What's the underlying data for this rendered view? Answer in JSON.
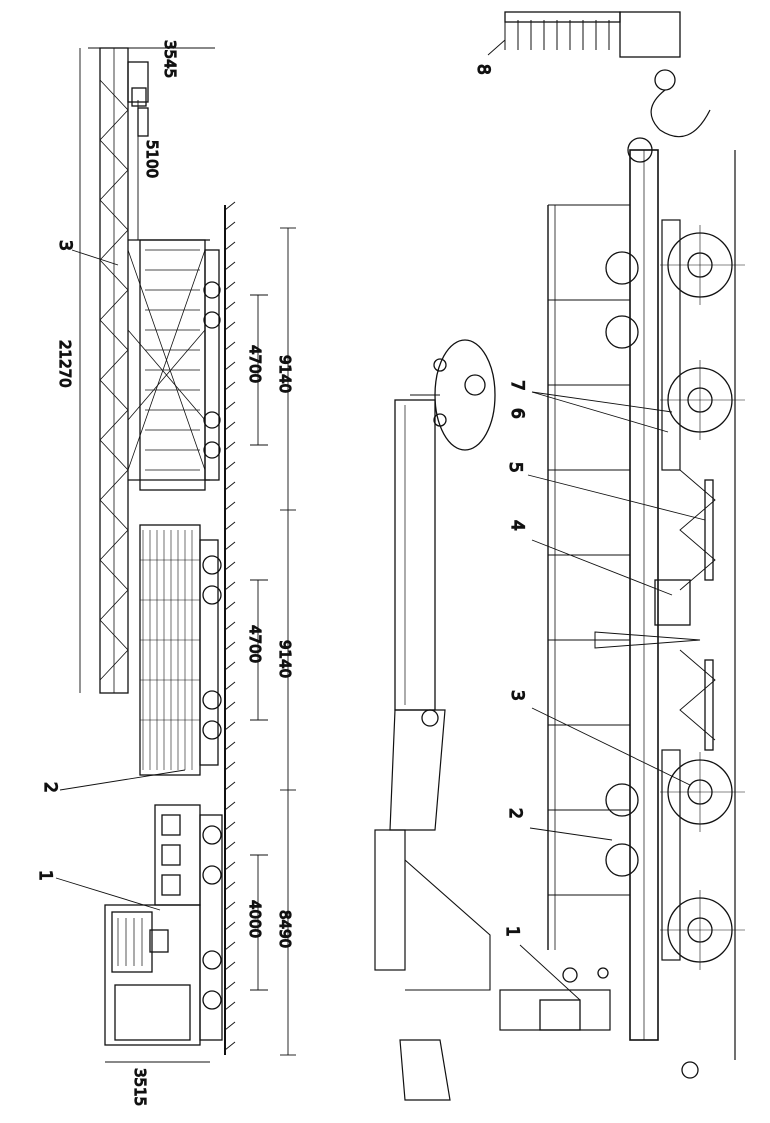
{
  "left_view": {
    "dimensions": {
      "overall_top_width": "3545",
      "spacing_top": "5100",
      "total_length": "21270",
      "wagon_base_1": "4700",
      "wagon_length_1": "9140",
      "wagon_base_2": "4700",
      "wagon_length_2": "9140",
      "loco_base": "4000",
      "loco_length": "8490",
      "overall_bottom_width": "3515"
    },
    "callouts": [
      "1",
      "2",
      "3"
    ]
  },
  "right_view": {
    "callouts": [
      "1",
      "2",
      "3",
      "4",
      "5",
      "6",
      "7",
      "8"
    ]
  }
}
